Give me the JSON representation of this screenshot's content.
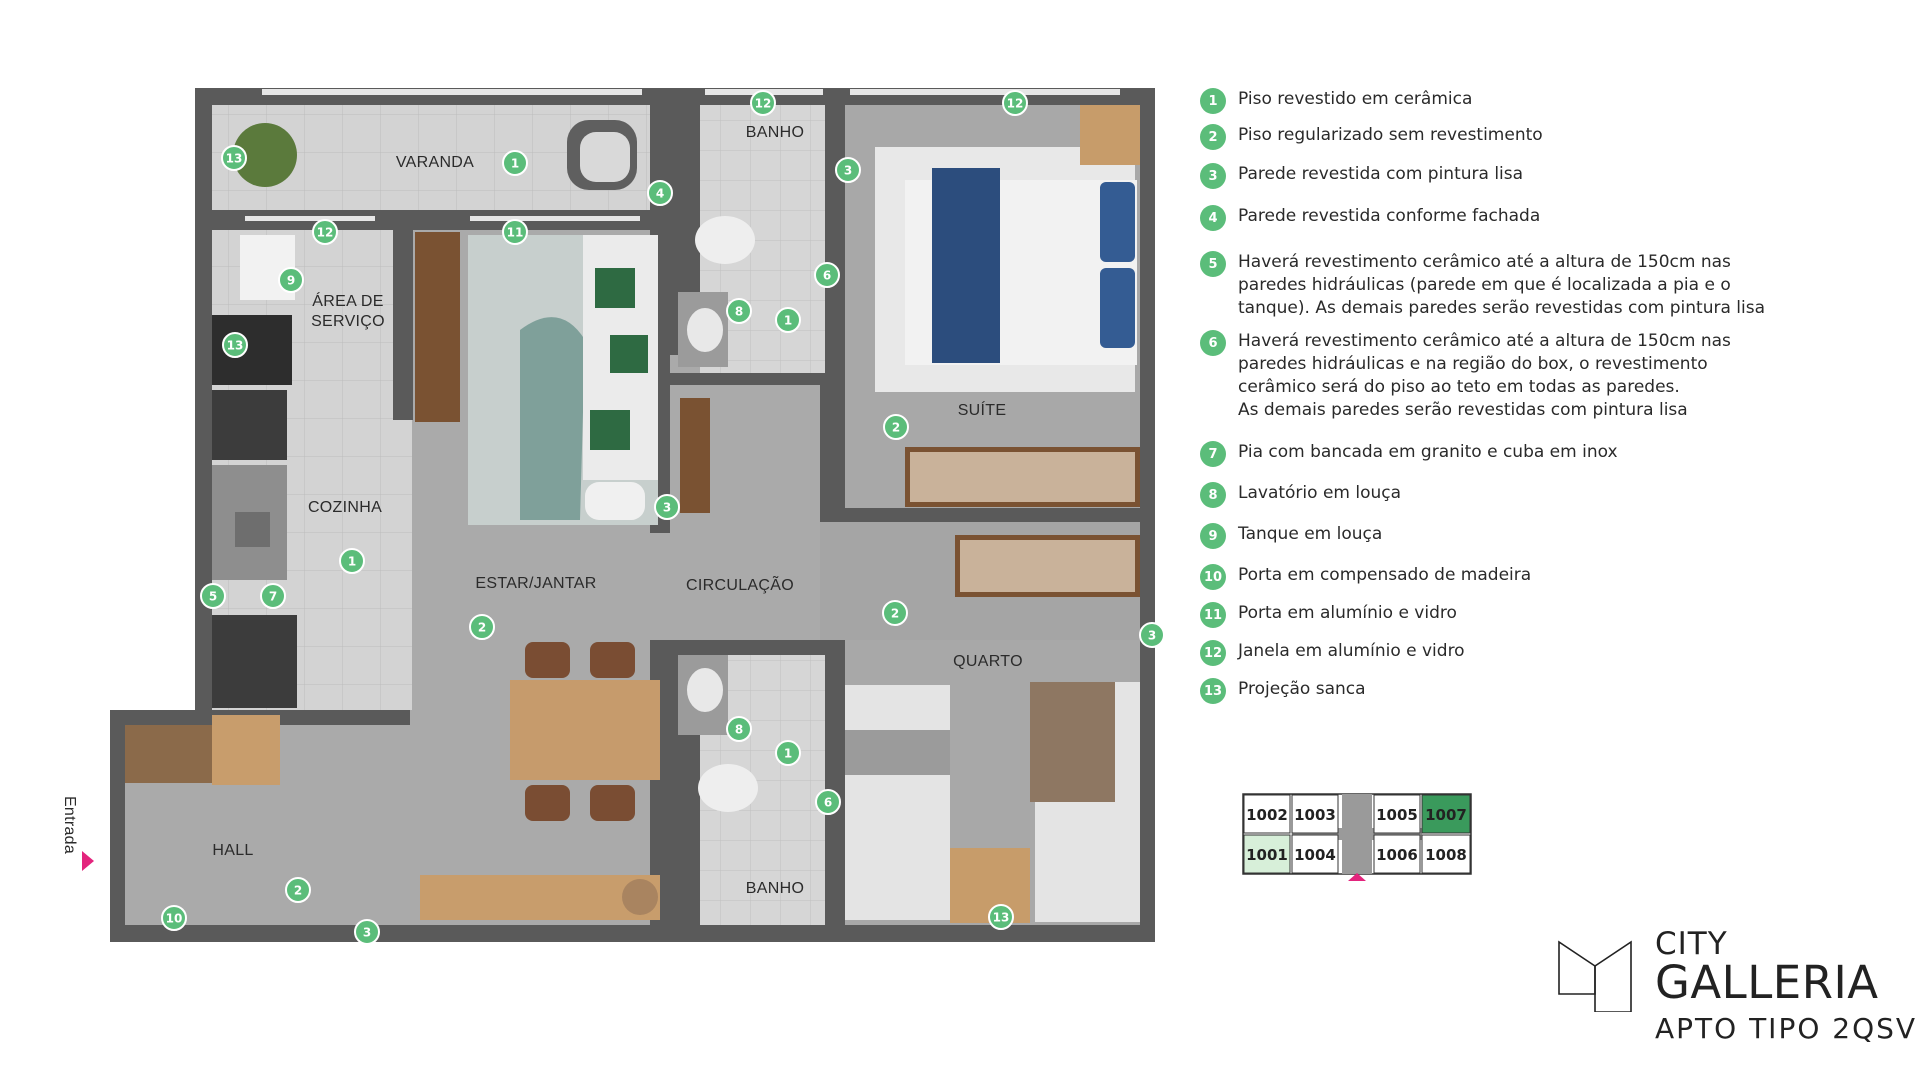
{
  "rooms": {
    "varanda": "VARANDA",
    "area_servico": "ÁREA DE\nSERVIÇO",
    "cozinha": "COZINHA",
    "estar_jantar": "ESTAR/JANTAR",
    "circulacao": "CIRCULAÇÃO",
    "banho_top": "BANHO",
    "banho_bottom": "BANHO",
    "suite": "SUÍTE",
    "quarto": "QUARTO",
    "hall": "HALL",
    "entrada": "Entrada"
  },
  "legend": [
    {
      "num": "1",
      "text": "Piso revestido em cerâmica"
    },
    {
      "num": "2",
      "text": "Piso regularizado sem revestimento"
    },
    {
      "num": "3",
      "text": "Parede revestida com pintura lisa"
    },
    {
      "num": "4",
      "text": "Parede revestida conforme fachada"
    },
    {
      "num": "5",
      "text": "Haverá revestimento cerâmico até a altura de 150cm nas\nparedes hidráulicas (parede em que é localizada a pia e o\ntanque). As demais paredes serão revestidas com pintura lisa"
    },
    {
      "num": "6",
      "text": "Haverá revestimento cerâmico até a altura de 150cm nas\nparedes hidráulicas e na região do box, o revestimento\ncerâmico será do piso ao teto em todas as paredes.\nAs demais paredes serão revestidas com pintura lisa"
    },
    {
      "num": "7",
      "text": "Pia com bancada em granito e cuba em inox"
    },
    {
      "num": "8",
      "text": "Lavatório em louça"
    },
    {
      "num": "9",
      "text": "Tanque em louça"
    },
    {
      "num": "10",
      "text": "Porta em compensado de madeira"
    },
    {
      "num": "11",
      "text": "Porta em alumínio e vidro"
    },
    {
      "num": "12",
      "text": "Janela em alumínio e vidro"
    },
    {
      "num": "13",
      "text": "Projeção sanca"
    }
  ],
  "keyplan": {
    "units": [
      "1002",
      "1003",
      "1005",
      "1007",
      "1001",
      "1004",
      "1006",
      "1008"
    ],
    "highlighted": "1007",
    "light_highlighted": "1001"
  },
  "brand": {
    "city": "CITY",
    "galleria": "GALLERIA",
    "subtitle": "APTO TIPO 2QSV"
  },
  "markers": [
    "13",
    "1",
    "4",
    "12",
    "11",
    "12",
    "12",
    "3",
    "9",
    "13",
    "6",
    "8",
    "1",
    "2",
    "3",
    "5",
    "7",
    "1",
    "2",
    "2",
    "3",
    "8",
    "1",
    "6",
    "13",
    "2",
    "10",
    "3"
  ],
  "colors": {
    "marker": "#5bbd7a",
    "wall": "#5a5a5a",
    "floor_concrete": "#a9a9a9",
    "floor_tile": "#d2d2d2",
    "unit_highlight": "#3a9a5c",
    "unit_light": "#d7efd9",
    "arrow": "#e3247d"
  }
}
